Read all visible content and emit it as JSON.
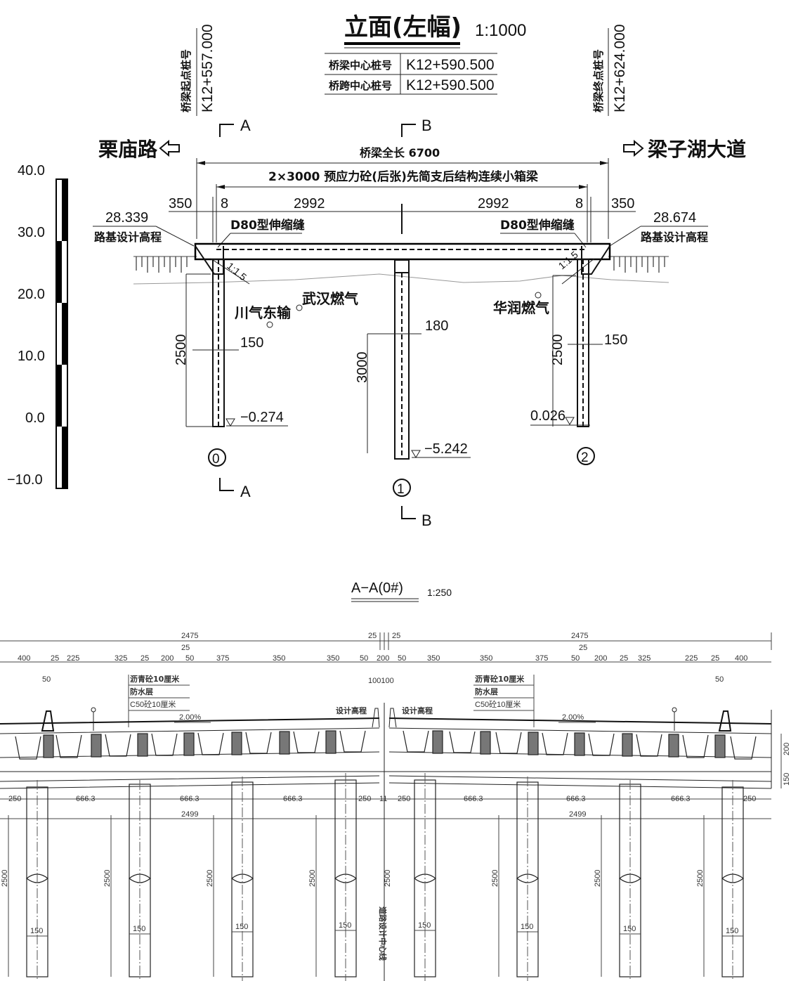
{
  "elevation": {
    "title": "立面(左幅)",
    "scale": "1:1000",
    "table": [
      {
        "label": "桥梁中心桩号",
        "value": "K12+590.500"
      },
      {
        "label": "桥跨中心桩号",
        "value": "K12+590.500"
      }
    ],
    "start_station_label": "桥梁起点桩号",
    "start_station": "K12+557.000",
    "end_station_label": "桥梁终点桩号",
    "end_station": "K12+624.000",
    "left_road": "栗庙路",
    "right_road": "梁子湖大道",
    "total_length": "桥梁全长 6700",
    "span_desc": "2×3000 预应力砼(后张)先简支后结构连续小箱梁",
    "dims_top": [
      "350",
      "8",
      "2992",
      "2992",
      "8",
      "350"
    ],
    "left_elev": "28.339",
    "right_elev": "28.674",
    "subgrade_label": "路基设计高程",
    "joint_left": "D80型伸缩缝",
    "joint_right": "D80型伸缩缝",
    "slope_label": "1:1.5",
    "gas_lines": [
      "川气东输",
      "武汉燃气",
      "华润燃气"
    ],
    "pile_len_left": "2500",
    "pile_len_mid": "3000",
    "pile_len_right": "2500",
    "pile_dia_left": "150",
    "pile_dia_mid": "180",
    "pile_dia_right": "150",
    "pile_tip_left": "−0.274",
    "pile_tip_mid": "−5.242",
    "pile_tip_right": "0.026",
    "axes": [
      "0",
      "1",
      "2"
    ],
    "section_marks": [
      "A",
      "A",
      "B",
      "B"
    ],
    "scale_bar": [
      "40.0",
      "30.0",
      "20.0",
      "10.0",
      "0.0",
      "−10.0"
    ]
  },
  "section": {
    "title": "A−A(0#)",
    "scale": "1:250",
    "half_width": "2475",
    "center_gap": [
      "25",
      "25"
    ],
    "sub_25": "25",
    "dims_left": [
      "400",
      "25",
      "225",
      "325",
      "25",
      "200",
      "50",
      "375",
      "350",
      "350",
      "50",
      "200",
      "50"
    ],
    "dims_right": [
      "350",
      "350",
      "375",
      "50",
      "200",
      "25",
      "325",
      "225",
      "25",
      "400"
    ],
    "gap_100": "100100",
    "gap_50": "50",
    "layers": [
      "沥青砼10厘米",
      "防水层",
      "C50砼10厘米"
    ],
    "cross_slope": "2.00%",
    "design_elev": "设计高程",
    "pile_spacing": [
      "250",
      "666.3",
      "666.3",
      "666.3",
      "250",
      "250",
      "666.3",
      "666.3",
      "666.3",
      "250"
    ],
    "gap_mid": "11",
    "cap_len": "2499",
    "pile_len": "2500",
    "pile_dia": "150",
    "right_dims": [
      "200",
      "150"
    ],
    "centerline_label": "道路设计中心线"
  }
}
